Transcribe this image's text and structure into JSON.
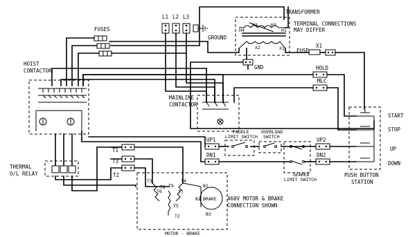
{
  "labels": {
    "transformer": "TRANSFORMER",
    "terminal_note_1": "TERMINAL CONNECTIONS",
    "terminal_note_2": "MAY DIFFER",
    "l1": "L1",
    "l2": "L2",
    "l3": "L3",
    "ground": "GROUND",
    "fuses": "FUSES",
    "h1": "H1",
    "h2": "H2",
    "h3": "H3",
    "h4": "H4",
    "x1_tx": "X1",
    "x2": "X2",
    "fuse": "FUSE",
    "x1": "X1",
    "gnd": "GND",
    "hold": "HOLD",
    "mlc": "MLC",
    "start": "START",
    "stop": "STOP",
    "up": "UP",
    "down": "DOWN",
    "hoist_1": "HOIST",
    "hoist_2": "CONTACTOR",
    "mainline_1": "MAINLINE",
    "mainline_2": "CONTACTOR",
    "paddle_1": "PADDLE",
    "paddle_2": "LIMIT SWITCH",
    "overload_1": "OVERLOAD",
    "overload_2": "SWITCH",
    "geared_1": "GEARED",
    "geared_2": "LIMIT SWITCH",
    "up1": "UP1",
    "dn1": "DN1",
    "up2": "UP2",
    "dn2": "DN2",
    "t1": "T1",
    "t2": "T2",
    "t3": "T3",
    "thermal_1": "THERMAL",
    "thermal_2": "O/L RELAY",
    "pb_1": "PUSH BUTTON",
    "pb_2": "STATION",
    "m_t3": "T3",
    "m_t4": "T4",
    "m_t6": "T6",
    "m_t9": "T9",
    "m_t7": "T7",
    "m_t8": "T8",
    "m_t5": "T5",
    "m_t2": "T2",
    "b1": "B1",
    "b2": "B2",
    "b3": "B3",
    "brake": "BRAKE",
    "note_1": "460V MOTOR & BRAKE",
    "note_2": "CONNECTION SHOWN",
    "motor_brake": "MOTOR - BRAKE"
  }
}
